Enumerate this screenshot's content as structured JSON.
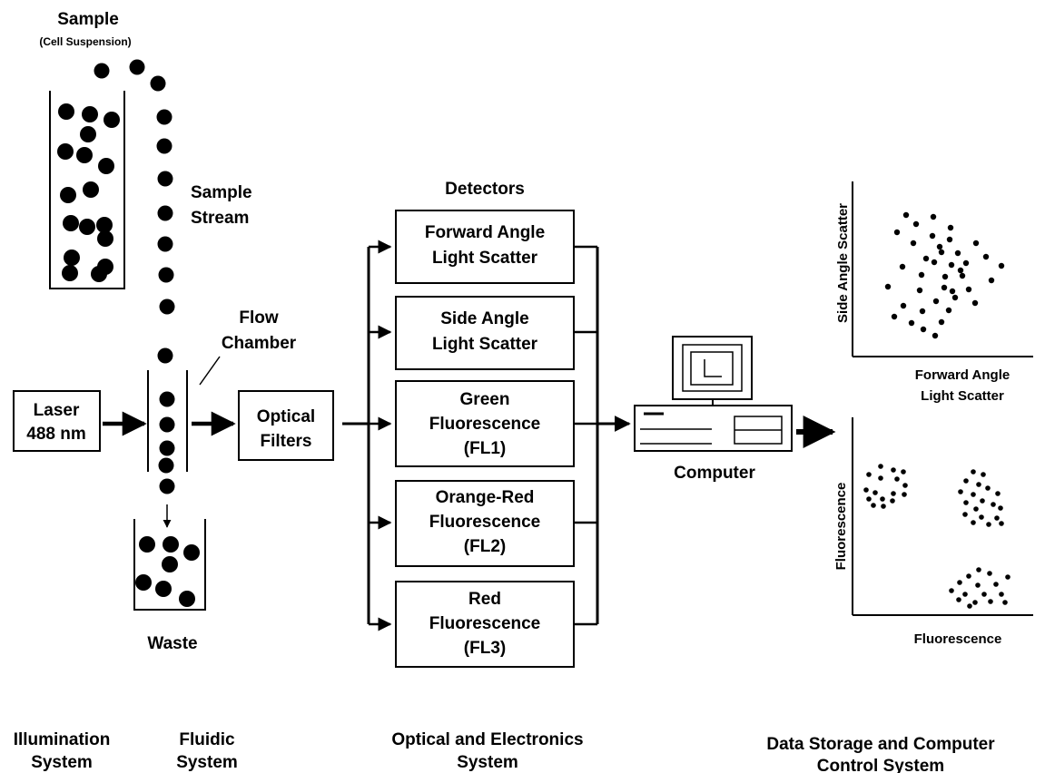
{
  "sample": {
    "title": "Sample",
    "subtitle": "(Cell Suspension)"
  },
  "stream_label": [
    "Sample",
    "Stream"
  ],
  "flow_chamber_label": [
    "Flow",
    "Chamber"
  ],
  "laser": [
    "Laser",
    "488 nm"
  ],
  "optical_filters": [
    "Optical",
    "Filters"
  ],
  "waste_label": "Waste",
  "detectors_title": "Detectors",
  "detectors": [
    {
      "lines": [
        "Forward Angle",
        "Light Scatter"
      ]
    },
    {
      "lines": [
        "Side Angle",
        "Light Scatter"
      ]
    },
    {
      "lines": [
        "Green",
        "Fluorescence",
        "(FL1)"
      ]
    },
    {
      "lines": [
        "Orange-Red",
        "Fluorescence",
        "(FL2)"
      ]
    },
    {
      "lines": [
        "Red",
        "Fluorescence",
        "(FL3)"
      ]
    }
  ],
  "computer_label": "Computer",
  "plot1": {
    "xlabel": [
      "Forward Angle",
      "Light Scatter"
    ],
    "ylabel": "Side Angle Scatter"
  },
  "plot2": {
    "xlabel": "Fluorescence",
    "ylabel": "Fluorescence"
  },
  "systems": [
    {
      "lines": [
        "Illumination",
        "System"
      ]
    },
    {
      "lines": [
        "Fluidic",
        "System"
      ]
    },
    {
      "lines": [
        "Optical and Electronics",
        "System"
      ]
    },
    {
      "lines": [
        "Data Storage and Computer",
        "Control System"
      ]
    }
  ]
}
